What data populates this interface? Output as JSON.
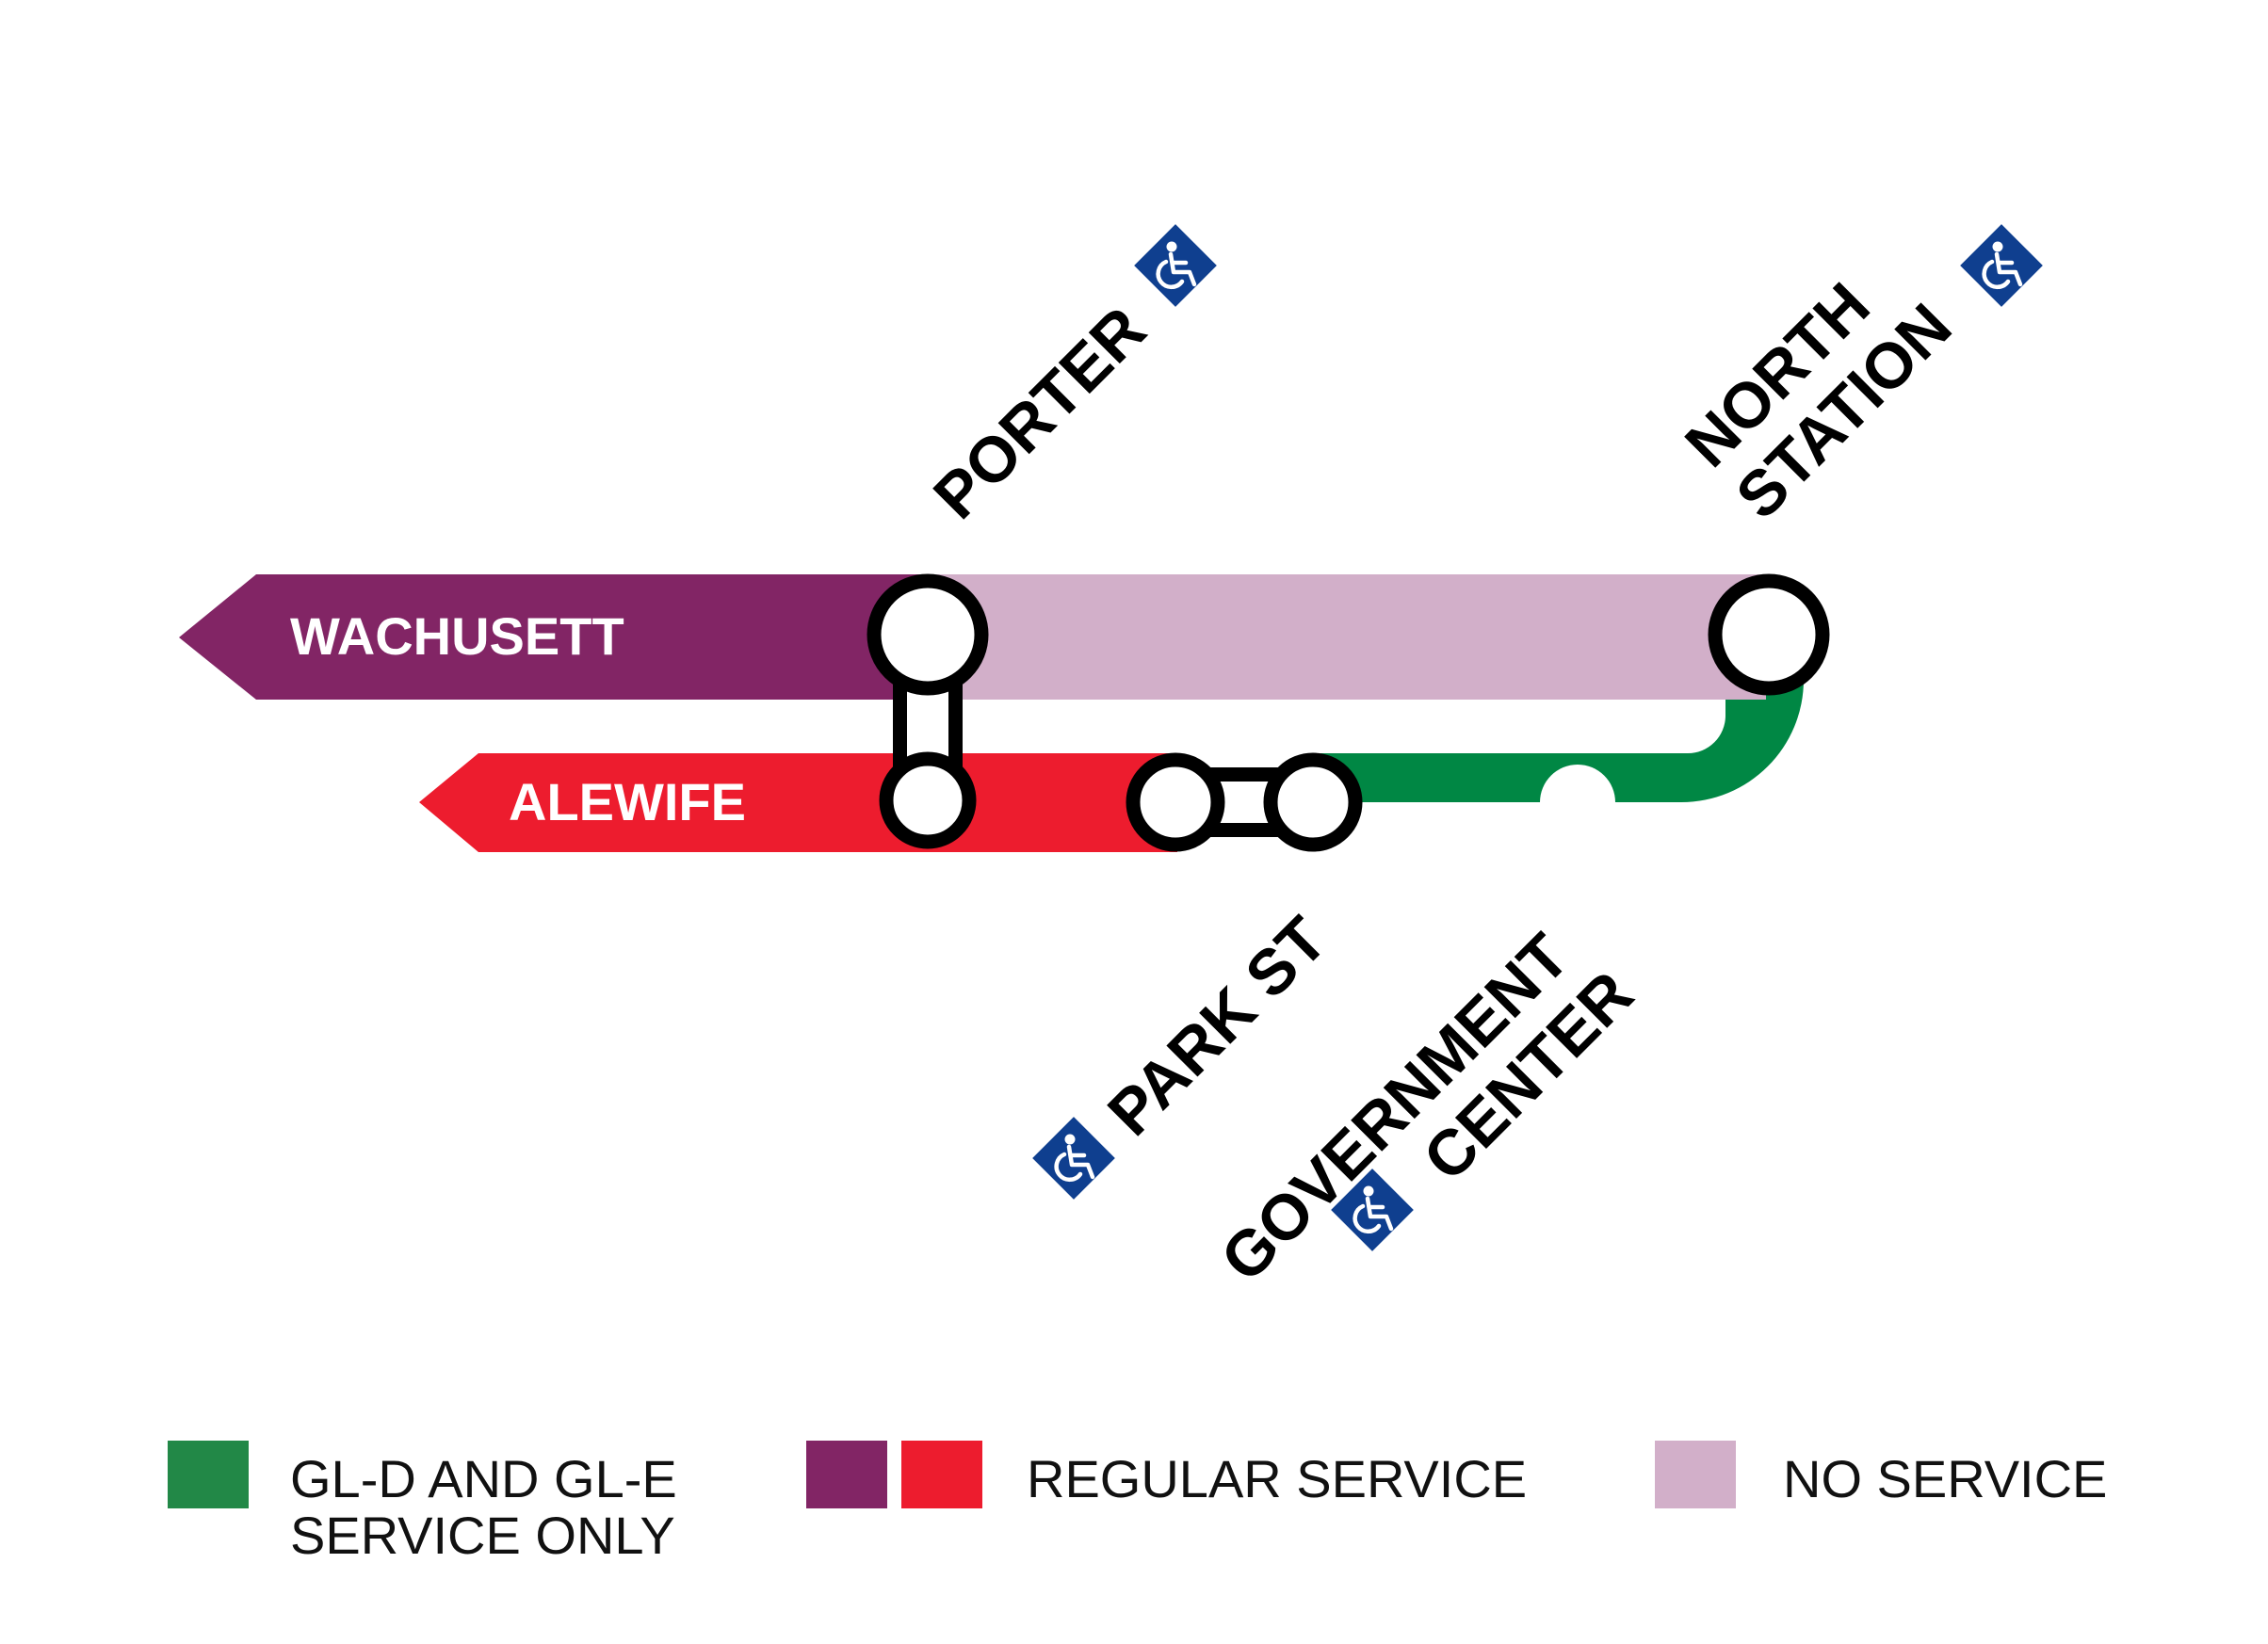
{
  "colors": {
    "wachusett": "#822565",
    "no_service": "#d2afc9",
    "alewife": "#ed1c2e",
    "green": "#008744",
    "ada_blue": "#0f3f8f"
  },
  "lines": {
    "wachusett": {
      "label": "WACHUSETT",
      "service": "regular"
    },
    "alewife": {
      "label": "ALEWIFE",
      "service": "regular"
    },
    "porter_north_station": {
      "service": "none"
    },
    "park_north_station": {
      "service": "GL-D and GL-E only"
    }
  },
  "stations": {
    "porter": {
      "name": "PORTER",
      "accessible": true
    },
    "north_station": {
      "name_line1": "NORTH",
      "name_line2": "STATION",
      "accessible": true
    },
    "park_st": {
      "name": "PARK ST",
      "accessible": true
    },
    "government_center": {
      "name_line1": "GOVERNMENT",
      "name_line2": "CENTER",
      "accessible": true
    }
  },
  "legend": {
    "green": {
      "line1": "GL-D AND GL-E",
      "line2": "SERVICE ONLY",
      "color": "#228847"
    },
    "regular": {
      "label": "REGULAR SERVICE",
      "colors": [
        "#822565",
        "#ed1c2e"
      ]
    },
    "none": {
      "label": "NO SERVICE",
      "color": "#d2afc9"
    }
  },
  "icons": {
    "accessible": "wheelchair-icon"
  }
}
